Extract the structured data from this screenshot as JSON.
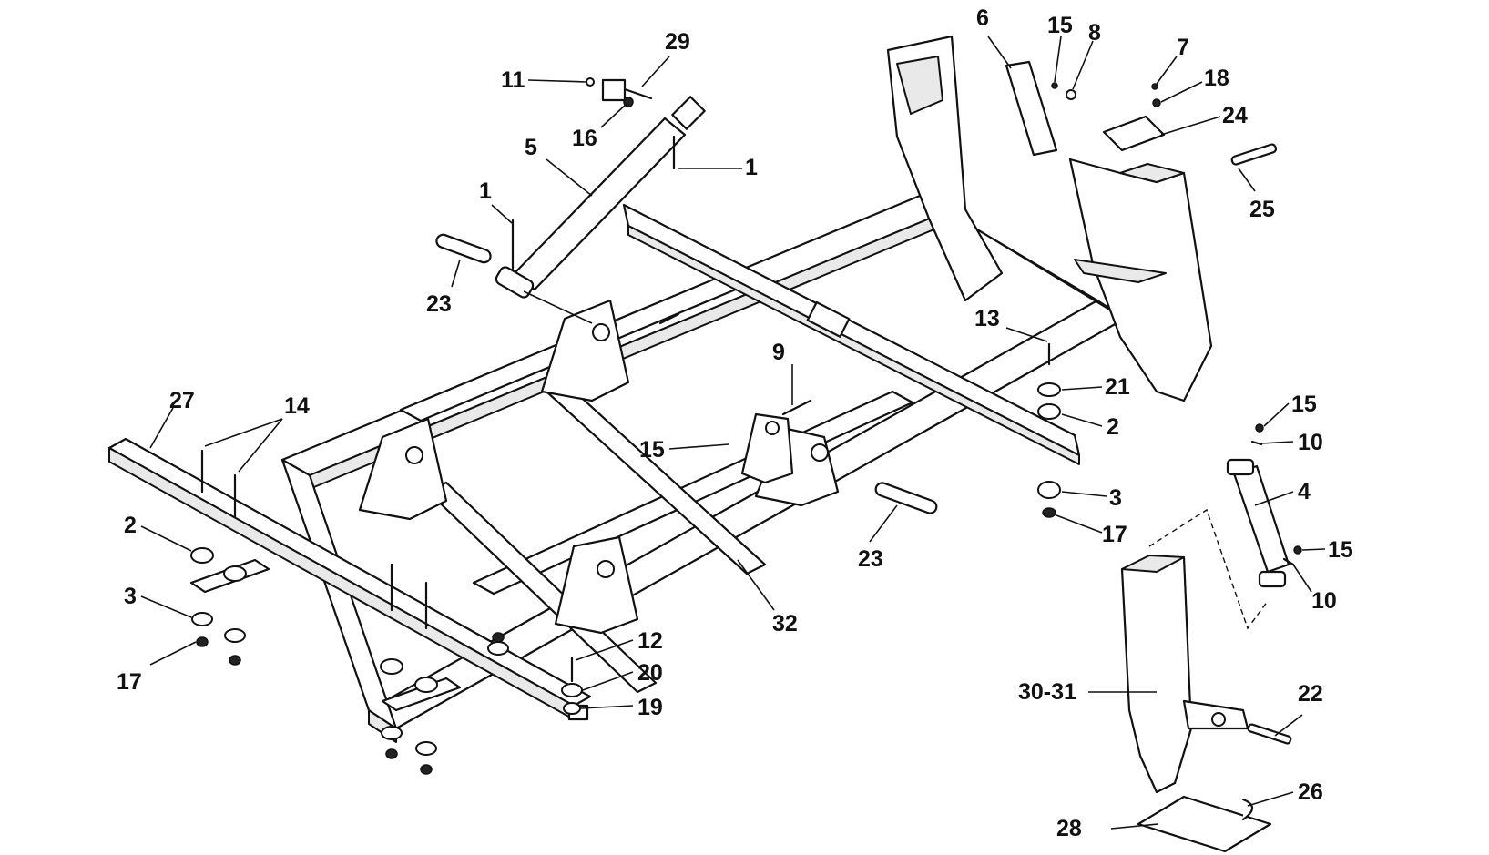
{
  "diagram": {
    "type": "exploded parts diagram",
    "callouts": [
      {
        "id": "c1",
        "text": "11"
      },
      {
        "id": "c2",
        "text": "29"
      },
      {
        "id": "c3",
        "text": "16"
      },
      {
        "id": "c4",
        "text": "5"
      },
      {
        "id": "c5",
        "text": "1"
      },
      {
        "id": "c6",
        "text": "1"
      },
      {
        "id": "c7",
        "text": "23"
      },
      {
        "id": "c8",
        "text": "6"
      },
      {
        "id": "c9",
        "text": "15"
      },
      {
        "id": "c10",
        "text": "8"
      },
      {
        "id": "c11",
        "text": "7"
      },
      {
        "id": "c12",
        "text": "18"
      },
      {
        "id": "c13",
        "text": "24"
      },
      {
        "id": "c14",
        "text": "25"
      },
      {
        "id": "c15",
        "text": "13"
      },
      {
        "id": "c16",
        "text": "21"
      },
      {
        "id": "c17",
        "text": "2"
      },
      {
        "id": "c18",
        "text": "3"
      },
      {
        "id": "c19",
        "text": "17"
      },
      {
        "id": "c20",
        "text": "9"
      },
      {
        "id": "c21",
        "text": "15"
      },
      {
        "id": "c22",
        "text": "23"
      },
      {
        "id": "c23",
        "text": "32"
      },
      {
        "id": "c24",
        "text": "27"
      },
      {
        "id": "c25",
        "text": "14"
      },
      {
        "id": "c26",
        "text": "2"
      },
      {
        "id": "c27",
        "text": "3"
      },
      {
        "id": "c28",
        "text": "17"
      },
      {
        "id": "c29",
        "text": "12"
      },
      {
        "id": "c30",
        "text": "20"
      },
      {
        "id": "c31",
        "text": "19"
      },
      {
        "id": "c32",
        "text": "15"
      },
      {
        "id": "c33",
        "text": "10"
      },
      {
        "id": "c34",
        "text": "4"
      },
      {
        "id": "c35",
        "text": "15"
      },
      {
        "id": "c36",
        "text": "10"
      },
      {
        "id": "c37",
        "text": "30-31"
      },
      {
        "id": "c38",
        "text": "22"
      },
      {
        "id": "c39",
        "text": "26"
      },
      {
        "id": "c40",
        "text": "28"
      }
    ]
  }
}
